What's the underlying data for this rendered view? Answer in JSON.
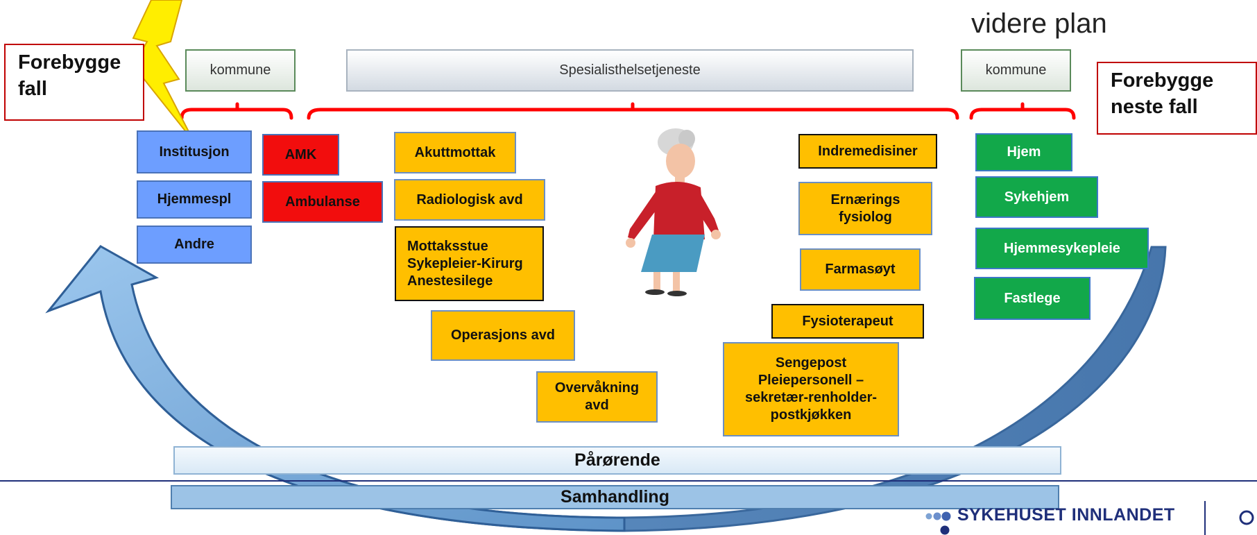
{
  "top_text": {
    "right_line": "videre plan"
  },
  "headers": {
    "left": "kommune",
    "center": "Spesialisthelsetjeneste",
    "right": "kommune"
  },
  "callouts": {
    "left": "Forebygge\nfall",
    "right": "Forebygge\nneste fall"
  },
  "blue_boxes": [
    "Institusjon",
    "Hjemmespl",
    "Andre"
  ],
  "red_boxes": [
    "AMK",
    "Ambulanse"
  ],
  "orange_left": {
    "akuttmottak": "Akuttmottak",
    "radiologisk": "Radiologisk avd",
    "mottaksstue": "Mottaksstue\nSykepleier-Kirurg\nAnestesilege",
    "operasjon": "Operasjons avd",
    "overvakning": "Overvåkning\navd"
  },
  "orange_right": {
    "indremedisiner": "Indremedisiner",
    "ernaering": "Ernærings\nfysiolog",
    "farmasoyt": "Farmasøyt",
    "fysioterapeut": "Fysioterapeut",
    "sengepost": "Sengepost\nPleiepersonell –\nsekretær-renholder-\npostkjøkken"
  },
  "green_boxes": [
    "Hjem",
    "Sykehjem",
    "Hjemmesykepleie",
    "Fastlege"
  ],
  "bands": {
    "parorende": "Pårørende",
    "samhandling": "Samhandling"
  },
  "footer": {
    "logo_text": "SYKEHUSET INNLANDET"
  },
  "colors": {
    "blue": "#6d9eff",
    "red": "#f20d0d",
    "orange": "#ffbf00",
    "green": "#12a84a",
    "arrow": "#7fb0de",
    "bracket": "#ff0000",
    "lightning": "#ffee00",
    "logo": "#1f2f7a"
  },
  "icons": [
    "lightning-bolt-icon",
    "elderly-woman-figure",
    "logo-dots-icon"
  ]
}
